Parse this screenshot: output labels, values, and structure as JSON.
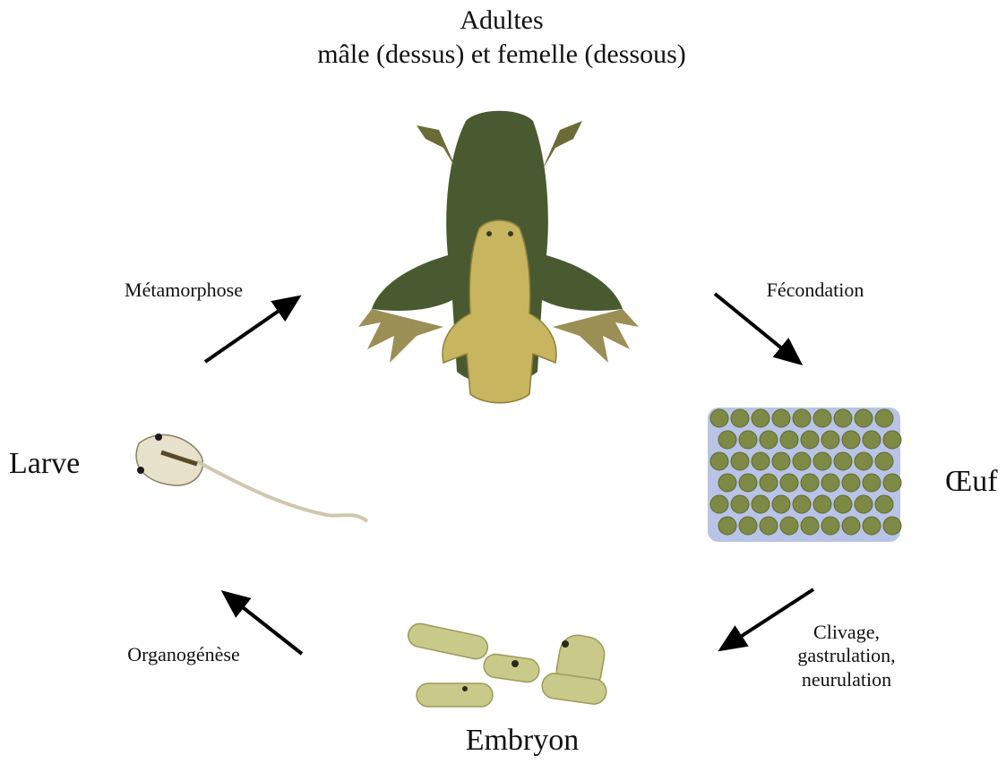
{
  "stages": {
    "adults": {
      "title": "Adultes",
      "subtitle": "mâle (dessus) et femelle (dessous)"
    },
    "egg": {
      "label": "Œuf"
    },
    "embryo": {
      "label": "Embryon"
    },
    "larva": {
      "label": "Larve"
    }
  },
  "transitions": {
    "fertilization": "Fécondation",
    "development": [
      "Clivage,",
      "gastrulation,",
      "neurulation"
    ],
    "organogenesis": "Organogénèse",
    "metamorphosis": "Métamorphose"
  },
  "colors": {
    "frog_dark": "#4a5a30",
    "frog_light": "#c8b560",
    "egg_green": "#7d8a45",
    "egg_bg": "#b9c3e6",
    "embryo": "#c9c98a",
    "arrow": "#000000"
  }
}
